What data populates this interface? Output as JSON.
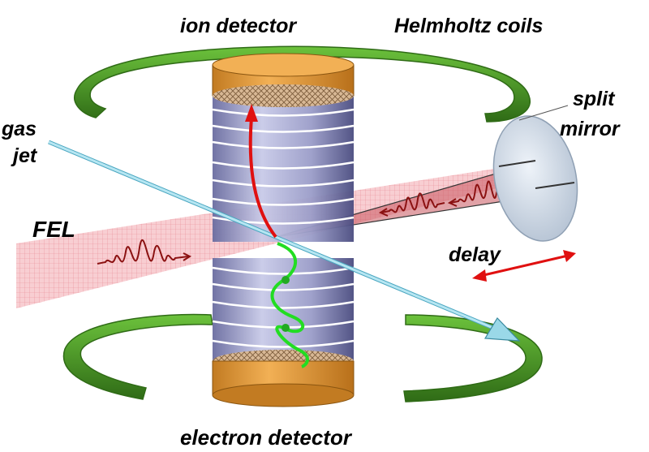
{
  "labels": {
    "ion_detector": "ion detector",
    "helmholtz_coils": "Helmholtz coils",
    "split_mirror_line1": "split",
    "split_mirror_line2": "mirror",
    "gas_jet_line1": "gas",
    "gas_jet_line2": "jet",
    "fel": "FEL",
    "delay": "delay",
    "electron_detector": "electron detector"
  },
  "colors": {
    "coil": "#4e9a2a",
    "coil_dark": "#2f6b16",
    "detector": "#e09a3a",
    "detector_dark": "#b86f17",
    "mesh": "#c8a882",
    "ring": "#9a9cc8",
    "ring_dark": "#5a5c8e",
    "beam": "#f2a6ad",
    "wave": "#8b1111",
    "ion_track": "#e01010",
    "electron_track": "#22dd22",
    "gas_jet": "#9ad8e8",
    "mirror": "#d6e0ec",
    "delay_arrow": "#e01010"
  }
}
